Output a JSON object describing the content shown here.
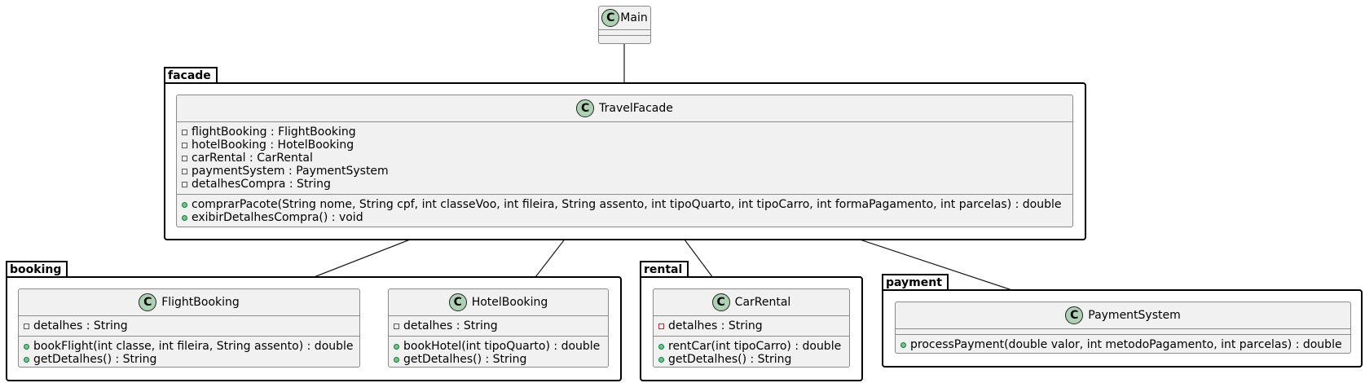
{
  "main": {
    "name": "Main",
    "badge": "C"
  },
  "packages": {
    "facade": {
      "name": "facade",
      "cls": {
        "name": "TravelFacade",
        "badge": "C",
        "fields": [
          {
            "vis": "private",
            "text": "flightBooking : FlightBooking"
          },
          {
            "vis": "private",
            "text": "hotelBooking : HotelBooking"
          },
          {
            "vis": "private",
            "text": "carRental : CarRental"
          },
          {
            "vis": "private",
            "text": "paymentSystem : PaymentSystem"
          },
          {
            "vis": "private",
            "text": "detalhesCompra : String"
          }
        ],
        "methods": [
          {
            "vis": "public",
            "text": "comprarPacote(String nome, String cpf, int classeVoo, int fileira, String assento, int tipoQuarto, int tipoCarro, int formaPagamento, int parcelas) : double"
          },
          {
            "vis": "public",
            "text": "exibirDetalhesCompra() : void"
          }
        ]
      }
    },
    "booking": {
      "name": "booking",
      "flight": {
        "name": "FlightBooking",
        "badge": "C",
        "fields": [
          {
            "vis": "private",
            "text": "detalhes : String"
          }
        ],
        "methods": [
          {
            "vis": "public",
            "text": "bookFlight(int classe, int fileira, String assento) : double"
          },
          {
            "vis": "public",
            "text": "getDetalhes() : String"
          }
        ]
      },
      "hotel": {
        "name": "HotelBooking",
        "badge": "C",
        "fields": [
          {
            "vis": "private",
            "text": "detalhes : String"
          }
        ],
        "methods": [
          {
            "vis": "public",
            "text": "bookHotel(int tipoQuarto) : double"
          },
          {
            "vis": "public",
            "text": "getDetalhes() : String"
          }
        ]
      }
    },
    "rental": {
      "name": "rental",
      "car": {
        "name": "CarRental",
        "badge": "C",
        "fields": [
          {
            "vis": "private",
            "text": "detalhes : String"
          }
        ],
        "methods": [
          {
            "vis": "public",
            "text": "rentCar(int tipoCarro) : double"
          },
          {
            "vis": "public",
            "text": "getDetalhes() : String"
          }
        ]
      }
    },
    "payment": {
      "name": "payment",
      "ps": {
        "name": "PaymentSystem",
        "badge": "C",
        "methods": [
          {
            "vis": "public",
            "text": "processPayment(double valor, int metodoPagamento, int parcelas) : double"
          }
        ]
      }
    }
  }
}
